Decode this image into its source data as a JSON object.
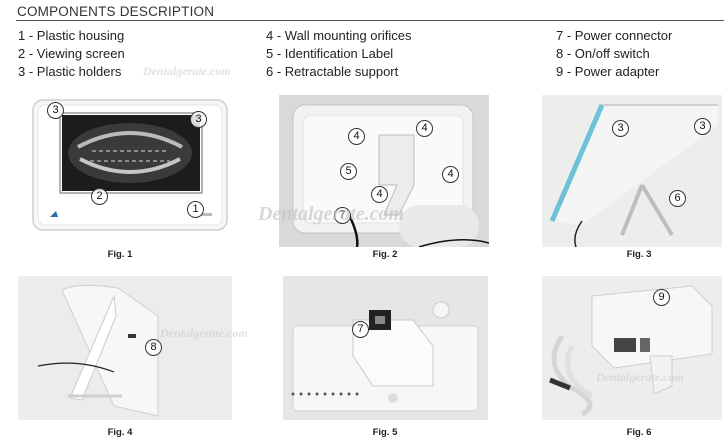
{
  "header": {
    "title": "COMPONENTS DESCRIPTION"
  },
  "legend": {
    "col1": [
      "1 - Plastic housing",
      "2 - Viewing screen",
      "3 - Plastic holders"
    ],
    "col2": [
      "4 - Wall mounting orifices",
      "5 - Identification Label",
      "6 - Retractable support"
    ],
    "col3": [
      "7 - Power connector",
      "8 - On/off switch",
      "9 - Power adapter"
    ]
  },
  "watermark": "Dentalgerate.com",
  "figures": {
    "fig1": {
      "caption": "Fig. 1",
      "callouts": [
        "3",
        "3",
        "2",
        "1"
      ]
    },
    "fig2": {
      "caption": "Fig. 2",
      "callouts": [
        "4",
        "4",
        "5",
        "4",
        "4",
        "7"
      ]
    },
    "fig3": {
      "caption": "Fig. 3",
      "callouts": [
        "3",
        "3",
        "6"
      ]
    },
    "fig4": {
      "caption": "Fig. 4",
      "callouts": [
        "8"
      ]
    },
    "fig5": {
      "caption": "Fig. 5",
      "callouts": [
        "7"
      ]
    },
    "fig6": {
      "caption": "Fig. 6",
      "callouts": [
        "9"
      ]
    }
  }
}
